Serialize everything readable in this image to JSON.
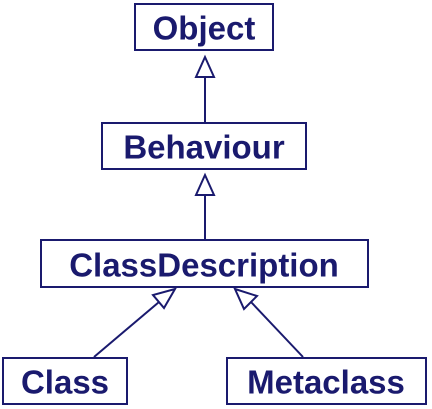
{
  "colors": {
    "ink": "#1a1a6e",
    "background": "#ffffff"
  },
  "nodes": {
    "object": "Object",
    "behaviour": "Behaviour",
    "class_description": "ClassDescription",
    "class": "Class",
    "metaclass": "Metaclass"
  },
  "edges": [
    {
      "from": "behaviour",
      "to": "object",
      "relation": "inherits"
    },
    {
      "from": "class_description",
      "to": "behaviour",
      "relation": "inherits"
    },
    {
      "from": "class",
      "to": "class_description",
      "relation": "inherits"
    },
    {
      "from": "metaclass",
      "to": "class_description",
      "relation": "inherits"
    }
  ]
}
